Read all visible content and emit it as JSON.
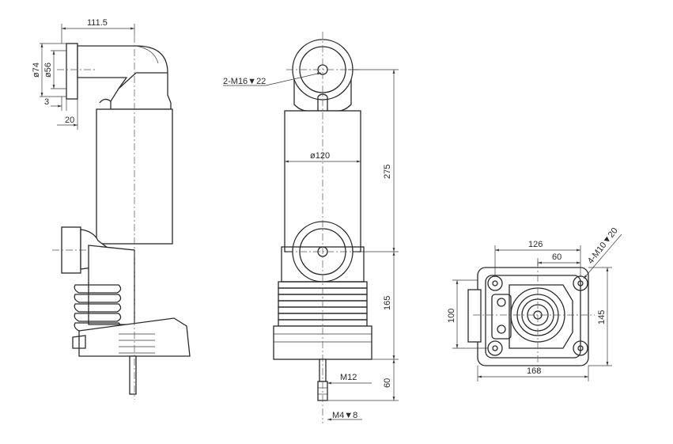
{
  "colors": {
    "line": "#2a2a2a",
    "background": "#ffffff"
  },
  "dimensions": {
    "d111_5": "111.5",
    "d74": "ø74",
    "d56": "ø56",
    "d3": "3",
    "d20": "20",
    "m16": "2-M16▼22",
    "d120": "ø120",
    "d275": "275",
    "d165": "165",
    "m12": "M12",
    "d60v": "60",
    "m4": "M4▼8",
    "d126": "126",
    "d60h": "60",
    "m10": "4-M10▼20",
    "d100": "100",
    "d145": "145",
    "d168": "168"
  }
}
